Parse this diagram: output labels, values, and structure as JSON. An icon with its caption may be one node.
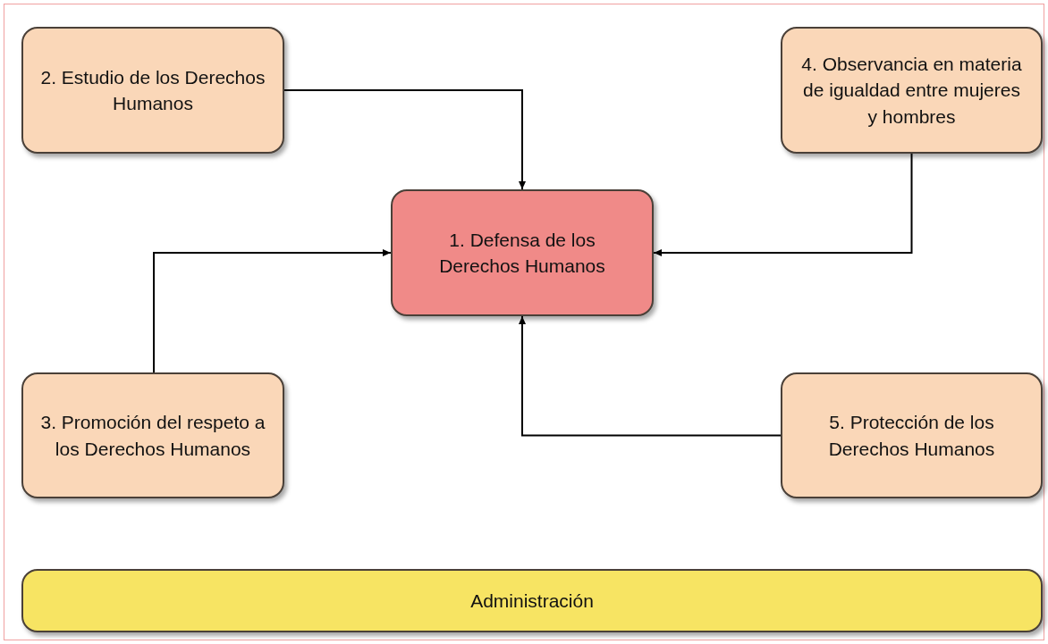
{
  "diagram": {
    "nodes": [
      {
        "text": [
          "2. Estudio de los Derechos Humanos"
        ]
      },
      {
        "text": [
          "4. Observancia en materia de igualdad entre mujeres y hombres"
        ]
      },
      {
        "text": [
          "1. Defensa de los Derechos Humanos"
        ]
      },
      {
        "text": [
          "3. Promoción del respeto a los Derechos Humanos"
        ]
      },
      {
        "text": [
          "5. Protección de los Derechos Humanos"
        ]
      },
      {
        "text": [
          "Administración"
        ]
      }
    ],
    "edges": [
      {
        "from": 0,
        "to": 2,
        "arrow": "to"
      },
      {
        "from": 1,
        "to": 2,
        "arrow": "to"
      },
      {
        "from": 3,
        "to": 2,
        "arrow": "to"
      },
      {
        "from": 4,
        "to": 2,
        "arrow": "to"
      }
    ]
  }
}
